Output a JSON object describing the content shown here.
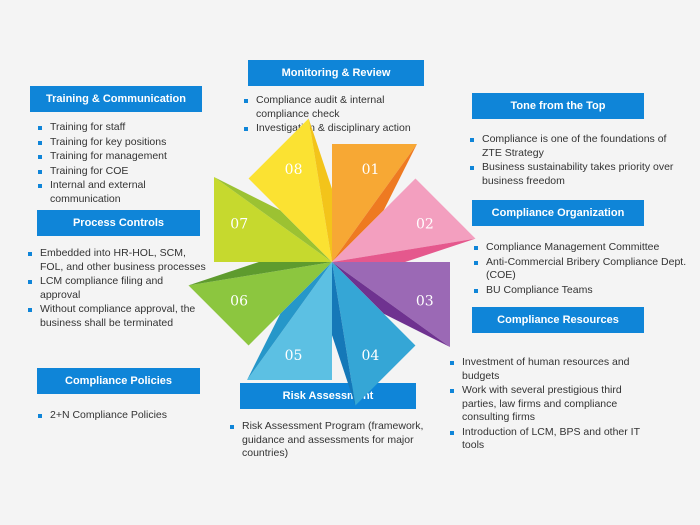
{
  "sections": {
    "monitoring": {
      "title": "Monitoring & Review",
      "items": [
        "Compliance audit & internal compliance check",
        "Investigation & disciplinary action"
      ]
    },
    "training": {
      "title": "Training & Communication",
      "items": [
        "Training for staff",
        "Training for key positions",
        "Training for management",
        "Training for COE",
        "Internal and external communication"
      ]
    },
    "tone": {
      "title": "Tone from the Top",
      "items": [
        "Compliance is one of the foundations of ZTE Strategy",
        "Business sustainability takes priority over business freedom"
      ]
    },
    "process": {
      "title": "Process Controls",
      "items": [
        "Embedded into HR-HOL, SCM, FOL, and other business processes",
        "LCM compliance filing and approval",
        "Without compliance approval, the business shall be terminated"
      ]
    },
    "organization": {
      "title": "Compliance Organization",
      "items": [
        "Compliance Management Committee",
        "Anti-Commercial Bribery Compliance Dept. (COE)",
        "BU Compliance Teams"
      ]
    },
    "resources": {
      "title": "Compliance Resources",
      "items": [
        "Investment of human resources and budgets",
        "Work with several prestigious third parties, law firms and compliance consulting firms",
        "Introduction of LCM, BPS and other IT tools"
      ]
    },
    "policies": {
      "title": "Compliance Policies",
      "items": [
        "2+N Compliance Policies"
      ]
    },
    "risk": {
      "title": "Risk Assessment",
      "items": [
        "Risk Assessment Program (framework, guidance and assessments for major countries)"
      ]
    }
  },
  "wheel": {
    "segments": [
      {
        "label": "01",
        "color_light": "#f7a834",
        "color_dark": "#ee7a21"
      },
      {
        "label": "02",
        "color_light": "#f39fbf",
        "color_dark": "#e5588d"
      },
      {
        "label": "03",
        "color_light": "#9b69b5",
        "color_dark": "#6f3290"
      },
      {
        "label": "04",
        "color_light": "#35a6d6",
        "color_dark": "#1578b8"
      },
      {
        "label": "05",
        "color_light": "#5cc0e3",
        "color_dark": "#2697c9"
      },
      {
        "label": "06",
        "color_light": "#8cc63f",
        "color_dark": "#5e9b2e"
      },
      {
        "label": "07",
        "color_light": "#c6d92e",
        "color_dark": "#9cc232"
      },
      {
        "label": "08",
        "color_light": "#fbe232",
        "color_dark": "#f3c41a"
      }
    ]
  }
}
